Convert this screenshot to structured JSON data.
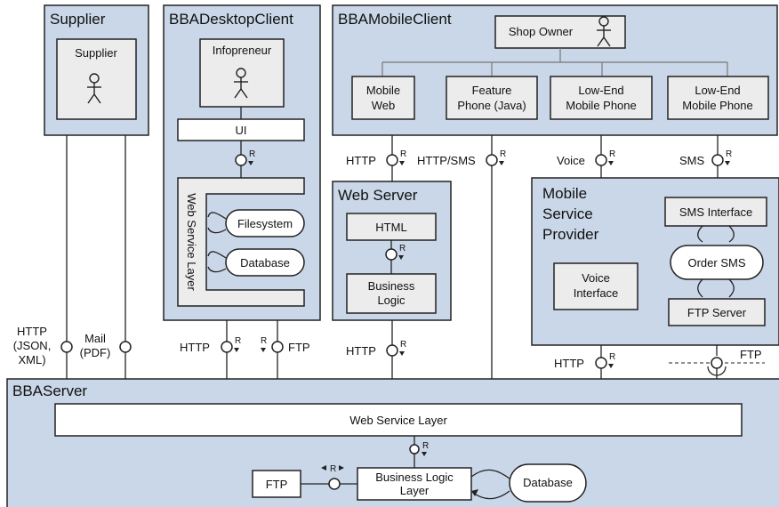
{
  "regions": {
    "supplier": "Supplier",
    "desktop": "BBADesktopClient",
    "mobile": "BBAMobileClient",
    "webserver": "Web Server",
    "msp": [
      "Mobile",
      "Service",
      "Provider"
    ],
    "server": "BBAServer"
  },
  "actors": {
    "supplier": "Supplier",
    "infopreneur": "Infopreneur",
    "shop_owner": "Shop Owner"
  },
  "boxes": {
    "ui": "UI",
    "ws_layer_vertical": "Web Service Layer",
    "filesystem": "Filesystem",
    "database_client": "Database",
    "mobile_web": [
      "Mobile",
      "Web"
    ],
    "feature_phone": [
      "Feature",
      "Phone (Java)"
    ],
    "lowend_1": [
      "Low-End",
      "Mobile Phone"
    ],
    "lowend_2": [
      "Low-End",
      "Mobile Phone"
    ],
    "html": "HTML",
    "business_logic": [
      "Business",
      "Logic"
    ],
    "voice_interface": [
      "Voice",
      "Interface"
    ],
    "sms_interface": "SMS Interface",
    "order_sms": "Order SMS",
    "ftp_server": "FTP Server",
    "server_ws_layer": "Web Service Layer",
    "server_ftp": "FTP",
    "server_bl": [
      "Business Logic",
      "Layer"
    ],
    "server_db": "Database"
  },
  "interfaces": {
    "supplier_http": [
      "HTTP",
      "(JSON,",
      "XML)"
    ],
    "supplier_mail": [
      "Mail",
      "(PDF)"
    ],
    "desktop_http": "HTTP",
    "desktop_ftp": "FTP",
    "mobile_http": "HTTP",
    "mobile_http_sms": "HTTP/SMS",
    "voice": "Voice",
    "sms": "SMS",
    "webserver_http": "HTTP",
    "msp_http": "HTTP",
    "msp_ftp": "FTP",
    "r": "R"
  }
}
